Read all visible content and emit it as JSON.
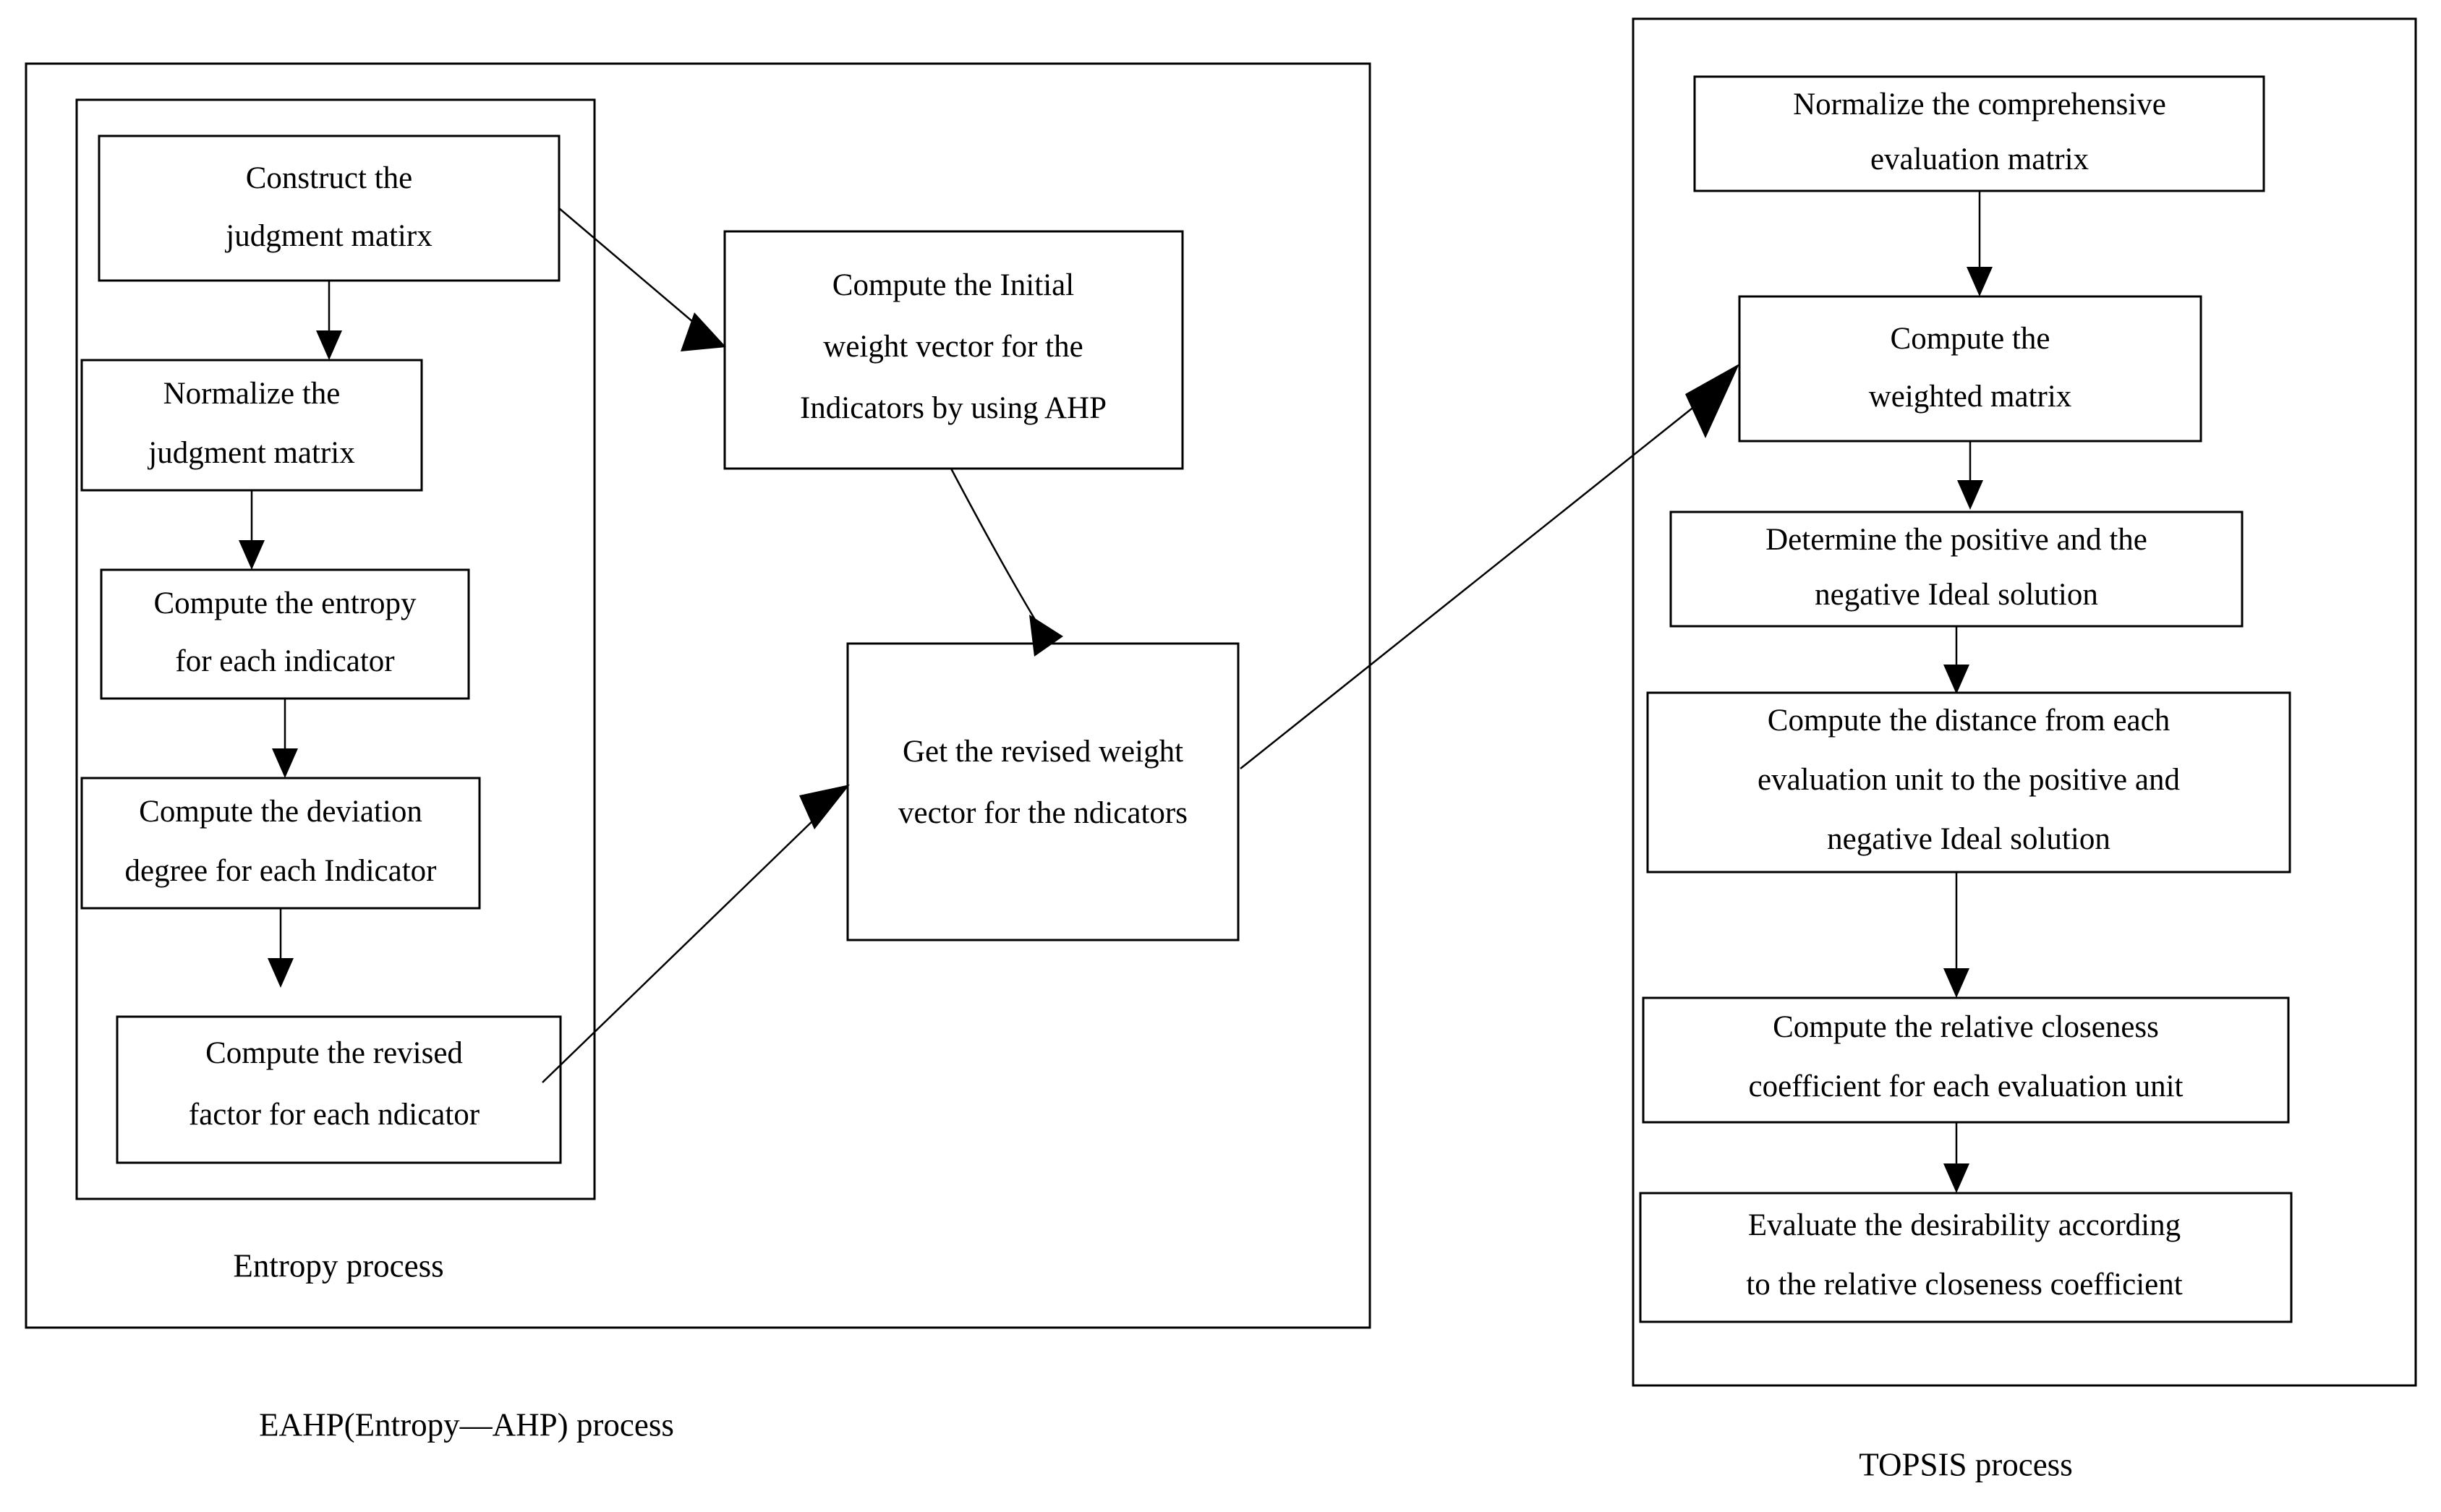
{
  "diagram": {
    "title": "EAHP-TOPSIS evaluation process flowchart",
    "colors": {
      "stroke": "#000000",
      "fill": "#ffffff",
      "text": "#000000"
    },
    "groups": {
      "eahp": {
        "label": "EAHP(Entropy—AHP) process"
      },
      "entropy": {
        "label": "Entropy process"
      },
      "topsis": {
        "label": "TOPSIS process"
      }
    },
    "nodes": {
      "construct_judgment_matrix": {
        "lines": [
          "Construct the",
          "judgment matirx"
        ]
      },
      "normalize_judgment_matrix": {
        "lines": [
          "Normalize the",
          "judgment matrix"
        ]
      },
      "compute_entropy": {
        "lines": [
          "Compute the entropy",
          "for each indicator"
        ]
      },
      "compute_deviation": {
        "lines": [
          "Compute the deviation",
          "degree for each Indicator"
        ]
      },
      "compute_revised_factor": {
        "lines": [
          "Compute the revised",
          "factor for each ndicator"
        ]
      },
      "compute_initial_weight": {
        "lines": [
          "Compute the Initial",
          "weight vector for the",
          "Indicators by using AHP"
        ]
      },
      "get_revised_weight": {
        "lines": [
          "Get the revised weight",
          "vector for the ndicators"
        ]
      },
      "normalize_comprehensive": {
        "lines": [
          "Normalize the comprehensive",
          "evaluation matrix"
        ]
      },
      "compute_weighted_matrix": {
        "lines": [
          "Compute the",
          "weighted matrix"
        ]
      },
      "determine_ideal_solution": {
        "lines": [
          "Determine the positive and the",
          "negative Ideal solution"
        ]
      },
      "compute_distance": {
        "lines": [
          "Compute the distance from each",
          "evaluation unit to the positive and",
          "negative Ideal solution"
        ]
      },
      "compute_closeness": {
        "lines": [
          "Compute the relative closeness",
          "coefficient for each evaluation unit"
        ]
      },
      "evaluate_desirability": {
        "lines": [
          "Evaluate the desirability  according",
          "to the relative closeness coefficient"
        ]
      }
    }
  }
}
